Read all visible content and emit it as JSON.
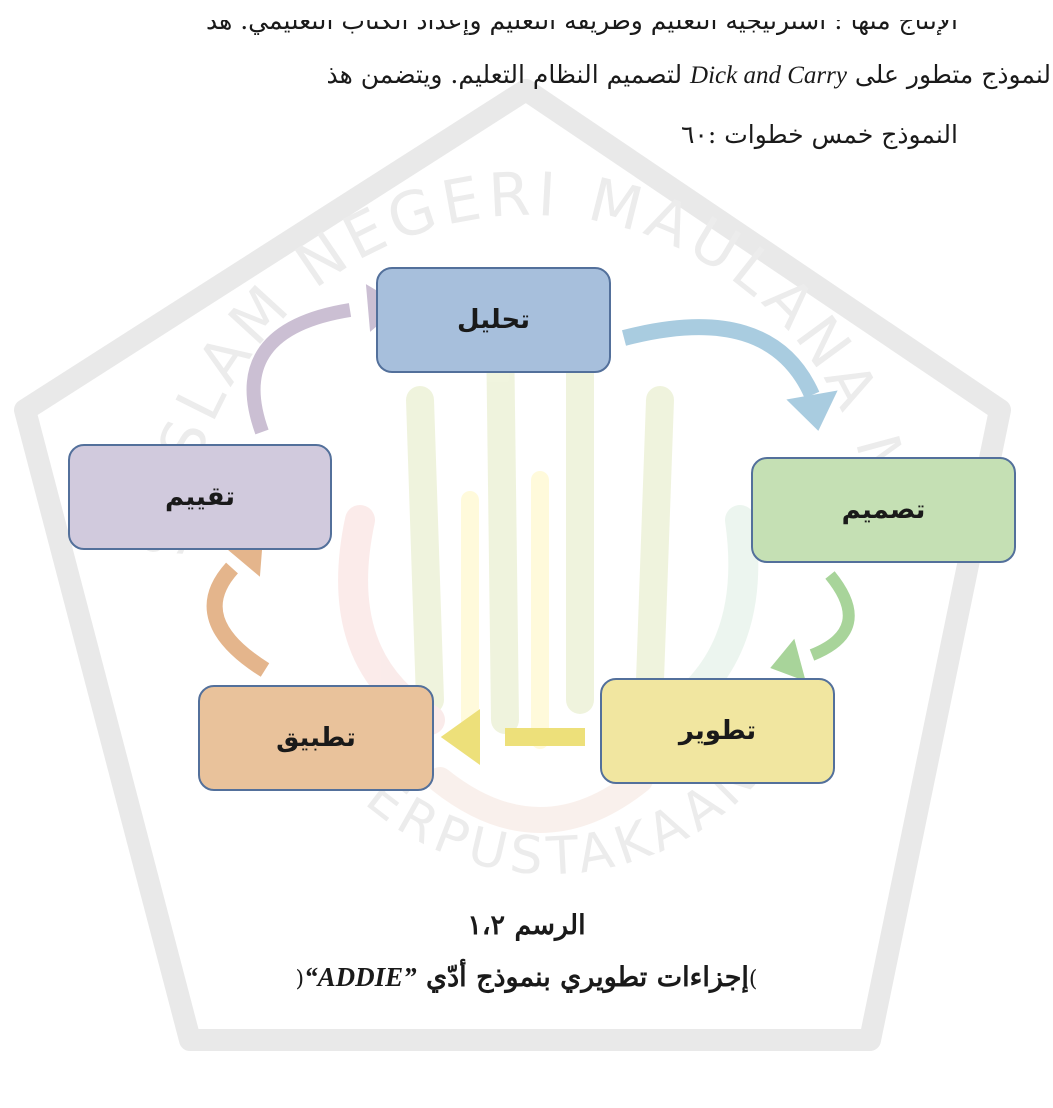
{
  "paragraph": {
    "line1": "الإنتاج منها : استرتيجية التعليم وطريقة التعليم وإعداد الكتاب التعليمي. هذ",
    "line2_before": "النموذج متطور على",
    "line2_latin": "Dick and Carry",
    "line2_after": "لتصميم النظام التعليم. ويتضمن هذ",
    "line3": "النموذج خمس خطوات :٦٠"
  },
  "diagram": {
    "steps": [
      {
        "label": "تحليل",
        "color": "#a7bfdc"
      },
      {
        "label": "تصميم",
        "color": "#c5e0b4"
      },
      {
        "label": "تطوير",
        "color": "#f1e6a0"
      },
      {
        "label": "تطبيق",
        "color": "#e9c29b"
      },
      {
        "label": "تقييم",
        "color": "#d1cadd"
      }
    ],
    "arrow_colors": [
      "#a9cce0",
      "#a8d49a",
      "#ede07a",
      "#e4b58c",
      "#cbbfd3"
    ]
  },
  "watermark": {
    "top_text": "UNIVERSITAS ISLAM NEGERI MAULANA MALIK IBRAHIM",
    "bottom_text": "PERPUSTAKAAN"
  },
  "caption": {
    "title": "الرسم ١،٢",
    "open": "(",
    "text": "إجزاءات تطويري بنموذج أدّي",
    "latin": "“ADDIE”",
    "close": ")"
  }
}
